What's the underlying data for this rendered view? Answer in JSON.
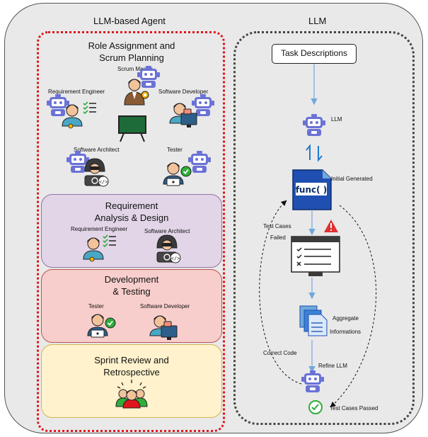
{
  "panels": {
    "left_title": "LLM-based Agent",
    "right_title": "LLM"
  },
  "phases": {
    "role": {
      "title_1": "Role Assignment and",
      "title_2": "Scrum Planning"
    },
    "analysis": {
      "title_1": "Requirement",
      "title_2": "Analysis & Design"
    },
    "development": {
      "title_1": "Development",
      "title_2": "& Testing"
    },
    "review": {
      "title_1": "Sprint Review and",
      "title_2": "Retrospective"
    }
  },
  "roles": {
    "scrum_master": "Scrum Master",
    "requirement_engineer": "Requirement Engineer",
    "software_developer": "Software Developer",
    "software_architect": "Software Architect",
    "tester": "Tester"
  },
  "flow": {
    "task_descriptions": "Task Descriptions",
    "llm": "LLM",
    "func_label": "func( )",
    "initial_generated": "Initial Generated",
    "test_cases_failed_1": "Test Cases",
    "test_cases_failed_2": "Failed",
    "aggregate_1": "Aggregate",
    "aggregate_2": "Informations",
    "correct_code": "Correct Code",
    "refine_llm": "Refine LLM",
    "test_cases_passed": "Test Cases Passed"
  },
  "colors": {
    "red_dots": "#e0141b",
    "analysis_fill": "#e1d5e7",
    "analysis_border": "#9673a6",
    "development_fill": "#f8cecc",
    "development_border": "#b85450",
    "review_fill": "#fff2cc",
    "review_border": "#d6b656",
    "robot": "#6a72d6",
    "arrow_blue": "#6fa8dc",
    "check_green": "#2fae3a",
    "warning_red": "#e03030"
  }
}
